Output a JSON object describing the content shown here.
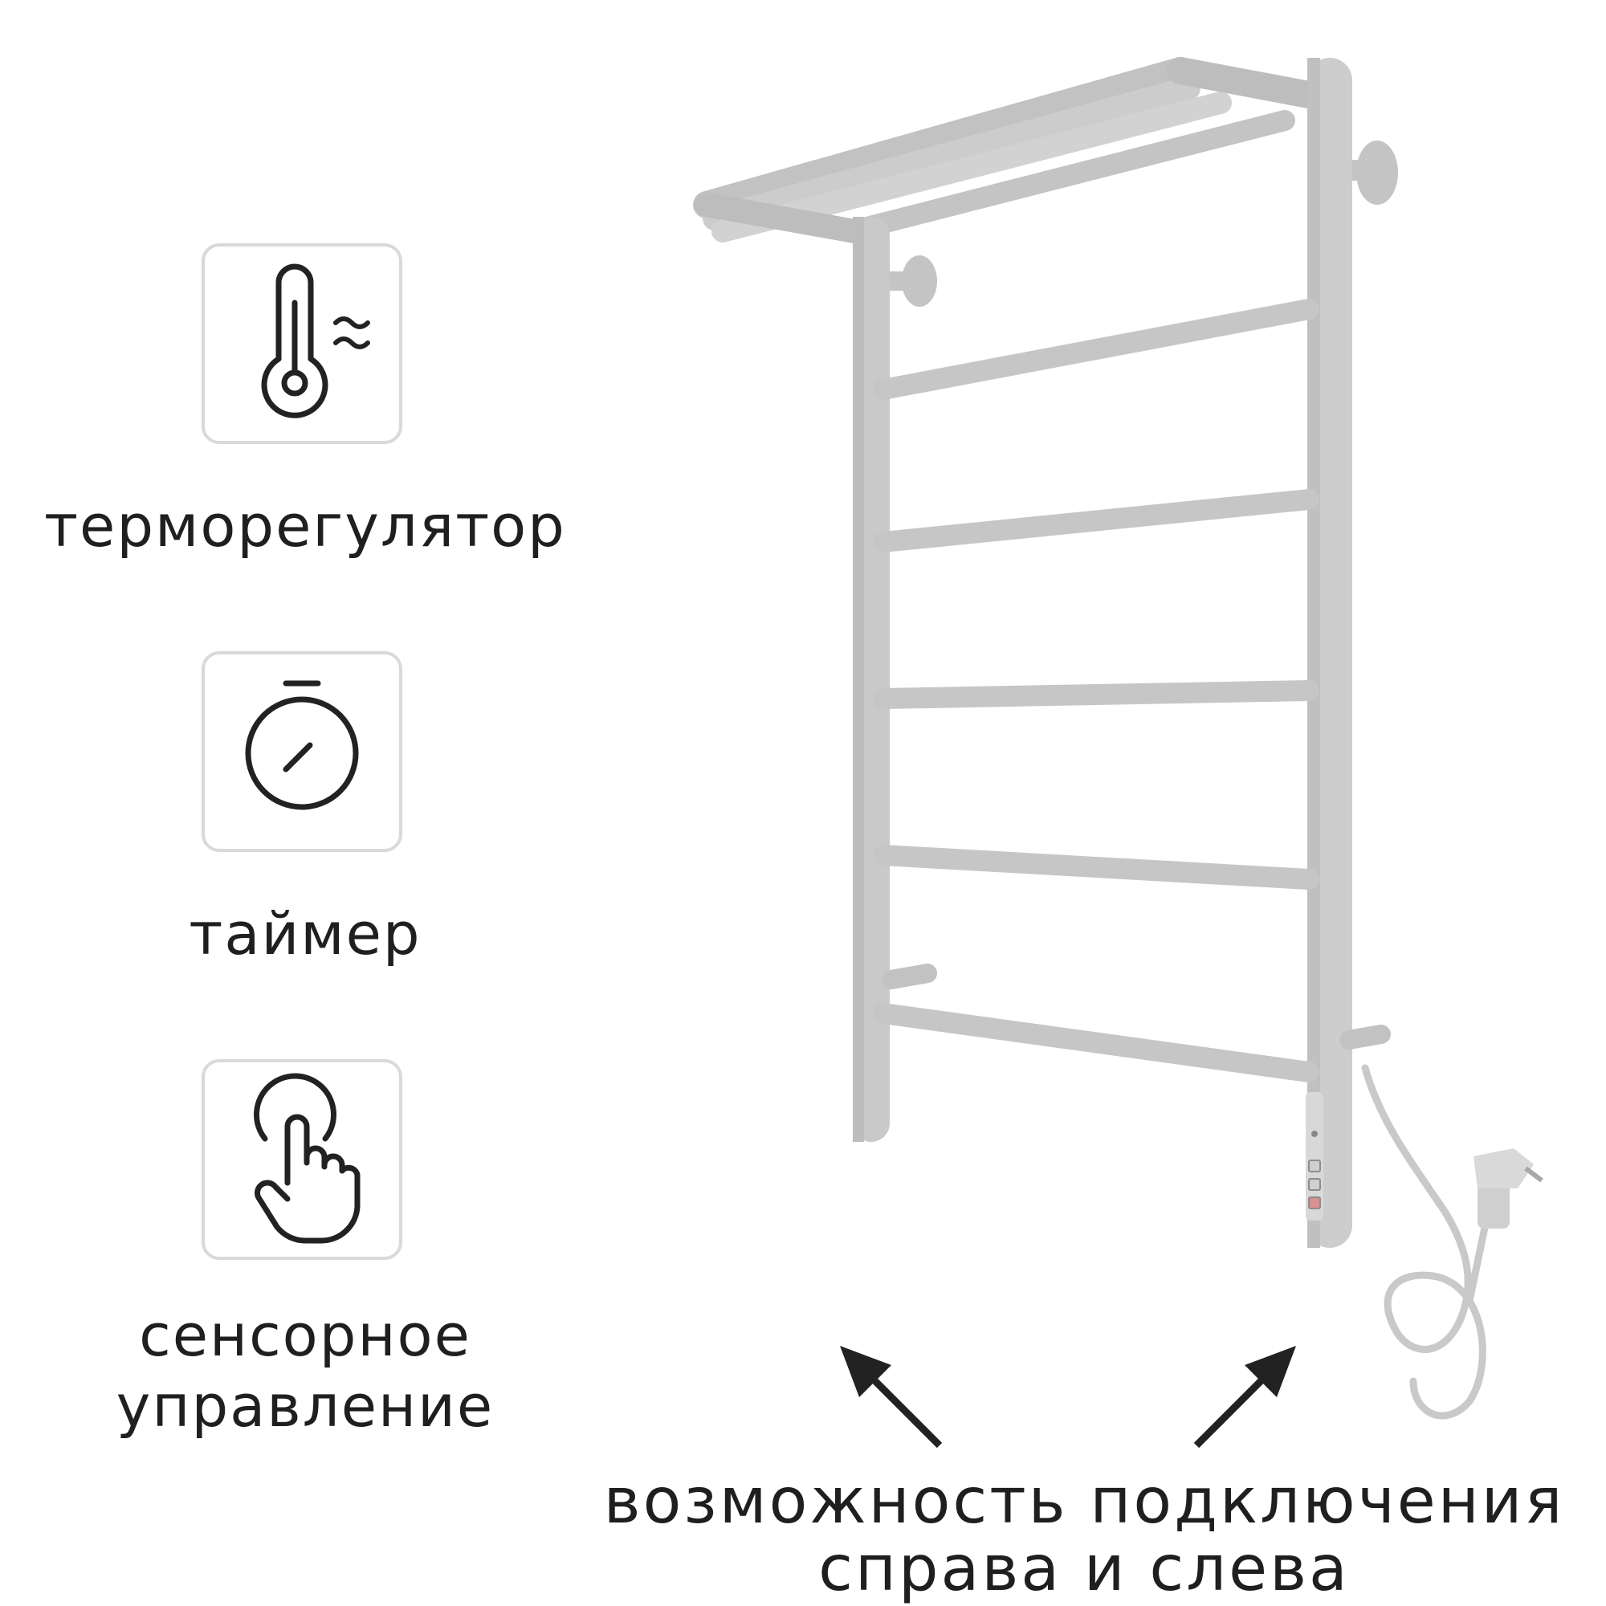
{
  "features": [
    {
      "icon": "thermometer-icon",
      "label": "терморегулятор"
    },
    {
      "icon": "stopwatch-icon",
      "label": "таймер"
    },
    {
      "icon": "touch-hand-icon",
      "label_line1": "сенсорное",
      "label_line2": "управление"
    }
  ],
  "caption": {
    "line1": "возможность подключения",
    "line2": "справа и слева"
  },
  "colors": {
    "text": "#1f1f1f",
    "box_border": "#d9d9d9",
    "rail": "#c9c9c9",
    "rail_shade": "#b3b3b3",
    "arrow": "#222222"
  }
}
